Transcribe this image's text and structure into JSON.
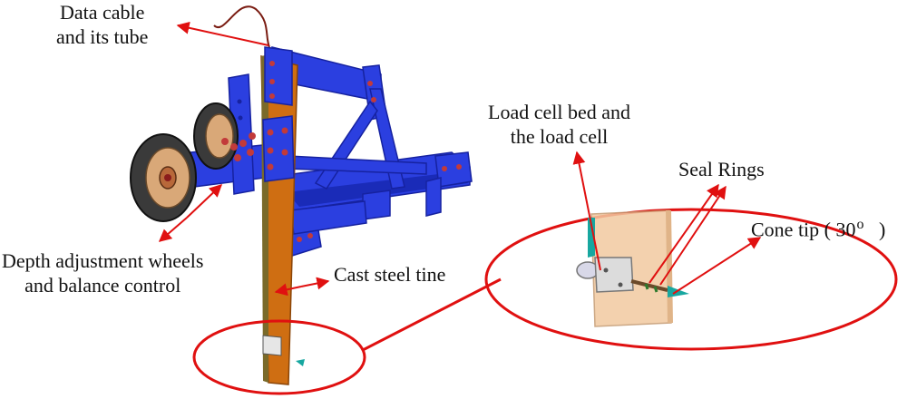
{
  "labels": {
    "data_cable": [
      "Data cable",
      "and its tube"
    ],
    "depth_wheels": [
      "Depth adjustment wheels",
      "and balance control"
    ],
    "cast_steel_tine": "Cast steel tine",
    "load_cell": [
      "Load cell bed and",
      "the load cell"
    ],
    "seal_rings": "Seal Rings",
    "cone_tip_prefix": "Cone tip ( 30",
    "cone_tip_degree": "o",
    "cone_tip_suffix": ")"
  },
  "colors": {
    "frame_blue": "#2b3fe0",
    "frame_blue_dark": "#1622a0",
    "tine_orange": "#cf6e12",
    "tine_orange_dark": "#8a4508",
    "tire_dark": "#3a3a3a",
    "hub_tan": "#d9a878",
    "callout_red": "#e01010",
    "probe_panel": "#f2c9a0",
    "cone_tip_teal": "#17a7a0"
  }
}
